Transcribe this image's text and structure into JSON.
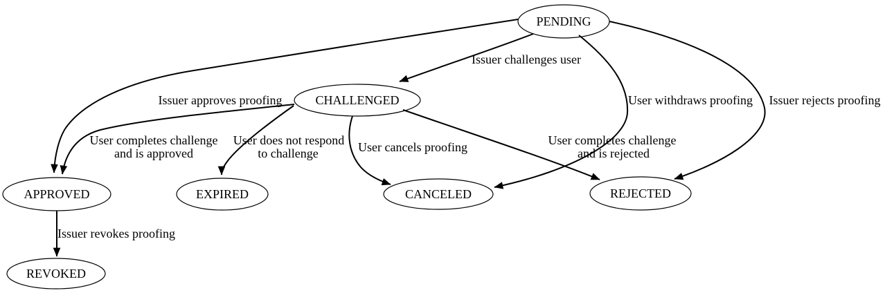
{
  "diagram": {
    "type": "state-machine",
    "background_color": "#ffffff",
    "node_fill_color": "#ffffff",
    "line_color": "#000000",
    "text_color": "#000000",
    "nodes": [
      {
        "id": "pending",
        "label": "PENDING"
      },
      {
        "id": "challenged",
        "label": "CHALLENGED"
      },
      {
        "id": "approved",
        "label": "APPROVED"
      },
      {
        "id": "expired",
        "label": "EXPIRED"
      },
      {
        "id": "canceled",
        "label": "CANCELED"
      },
      {
        "id": "rejected",
        "label": "REJECTED"
      },
      {
        "id": "revoked",
        "label": "REVOKED"
      }
    ],
    "edges": [
      {
        "from": "PENDING",
        "to": "CHALLENGED",
        "lines": [
          "Issuer challenges user"
        ]
      },
      {
        "from": "PENDING",
        "to": "APPROVED",
        "lines": [
          "Issuer approves proofing"
        ]
      },
      {
        "from": "PENDING",
        "to": "CANCELED",
        "lines": [
          "User withdraws proofing"
        ]
      },
      {
        "from": "PENDING",
        "to": "REJECTED",
        "lines": [
          "Issuer rejects proofing"
        ]
      },
      {
        "from": "CHALLENGED",
        "to": "APPROVED",
        "lines": [
          "User completes challenge",
          "and is approved"
        ]
      },
      {
        "from": "CHALLENGED",
        "to": "EXPIRED",
        "lines": [
          "User does not respond",
          "to challenge"
        ]
      },
      {
        "from": "CHALLENGED",
        "to": "CANCELED",
        "lines": [
          "User cancels proofing"
        ]
      },
      {
        "from": "CHALLENGED",
        "to": "REJECTED",
        "lines": [
          "User completes challenge",
          "and is rejected"
        ]
      },
      {
        "from": "APPROVED",
        "to": "REVOKED",
        "lines": [
          "Issuer revokes proofing"
        ]
      }
    ]
  }
}
